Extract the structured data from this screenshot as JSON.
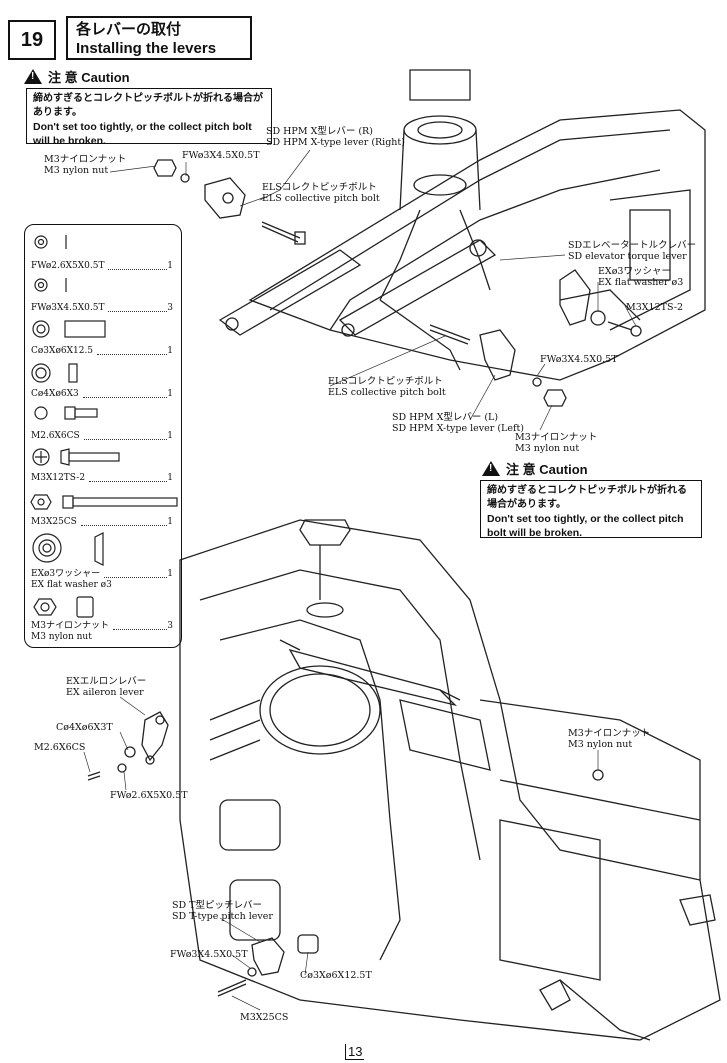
{
  "step": {
    "number": "19"
  },
  "title": {
    "jp": "各レバーの取付",
    "en": "Installing the levers"
  },
  "caution_top": {
    "mark": "!",
    "heading": "注 意 Caution",
    "jp": "締めすぎるとコレクトピッチボルトが折れる場合があります。",
    "en": "Don't set too tightly, or the collect pitch bolt will be broken."
  },
  "caution_mid": {
    "mark": "!",
    "heading": "注 意 Caution",
    "jp": "締めすぎるとコレクトピッチボルトが折れる場合があります。",
    "en": "Don't set too tightly, or the collect pitch bolt will be broken."
  },
  "parts": [
    {
      "name": "FWø2.6X5X0.5T",
      "sub": "",
      "qty": "1"
    },
    {
      "name": "FWø3X4.5X0.5T",
      "sub": "",
      "qty": "3"
    },
    {
      "name": "Cø3Xø6X12.5",
      "sub": "",
      "qty": "1"
    },
    {
      "name": "Cø4Xø6X3",
      "sub": "",
      "qty": "1"
    },
    {
      "name": "M2.6X6CS",
      "sub": "",
      "qty": "1"
    },
    {
      "name": "M3X12TS-2",
      "sub": "",
      "qty": "1"
    },
    {
      "name": "M3X25CS",
      "sub": "",
      "qty": "1"
    },
    {
      "name": "EXø3ワッシャー",
      "sub": "EX flat washer ø3",
      "qty": "1"
    },
    {
      "name": "M3ナイロンナット",
      "sub": "M3 nylon nut",
      "qty": "3"
    }
  ],
  "labels": {
    "m3nut_top": {
      "jp": "M3ナイロンナット",
      "en": "M3 nylon nut"
    },
    "fw_top": "FWø3X4.5X0.5T",
    "hpm_right": {
      "jp": "SD HPM X型レバー (R)",
      "en": "SD HPM X-type lever (Right)"
    },
    "els_top": {
      "jp": "ELSコレクトピッチボルト",
      "en": "ELS collective pitch bolt"
    },
    "elev": {
      "jp": "SDエレベータートルクレバー",
      "en": "SD elevator torque lever"
    },
    "exwasher": {
      "jp": "EXø3ワッシャー",
      "en": "EX flat washer ø3"
    },
    "m3x12": "M3X12TS-2",
    "els_mid": {
      "jp": "ELSコレクトピッチボルト",
      "en": "ELS collective pitch bolt"
    },
    "fw_mid": "FWø3X4.5X0.5T",
    "hpm_left": {
      "jp": "SD HPM X型レバー (L)",
      "en": "SD HPM X-type lever (Left)"
    },
    "m3nut_mid": {
      "jp": "M3ナイロンナット",
      "en": "M3 nylon nut"
    },
    "aileron": {
      "jp": "EXエルロンレバー",
      "en": "EX aileron lever"
    },
    "c4x6": "Cø4Xø6X3T",
    "m26x6": "M2.6X6CS",
    "fw26": "FWø2.6X5X0.5T",
    "m3nut_right": {
      "jp": "M3ナイロンナット",
      "en": "M3 nylon nut"
    },
    "tpitch": {
      "jp": "SD T型ピッチレバー",
      "en": "SD T-type pitch lever"
    },
    "fw_bot": "FWø3X4.5X0.5T",
    "c3x6": "Cø3Xø6X12.5T",
    "m3x25": "M3X25CS"
  },
  "page": {
    "number": "13"
  }
}
